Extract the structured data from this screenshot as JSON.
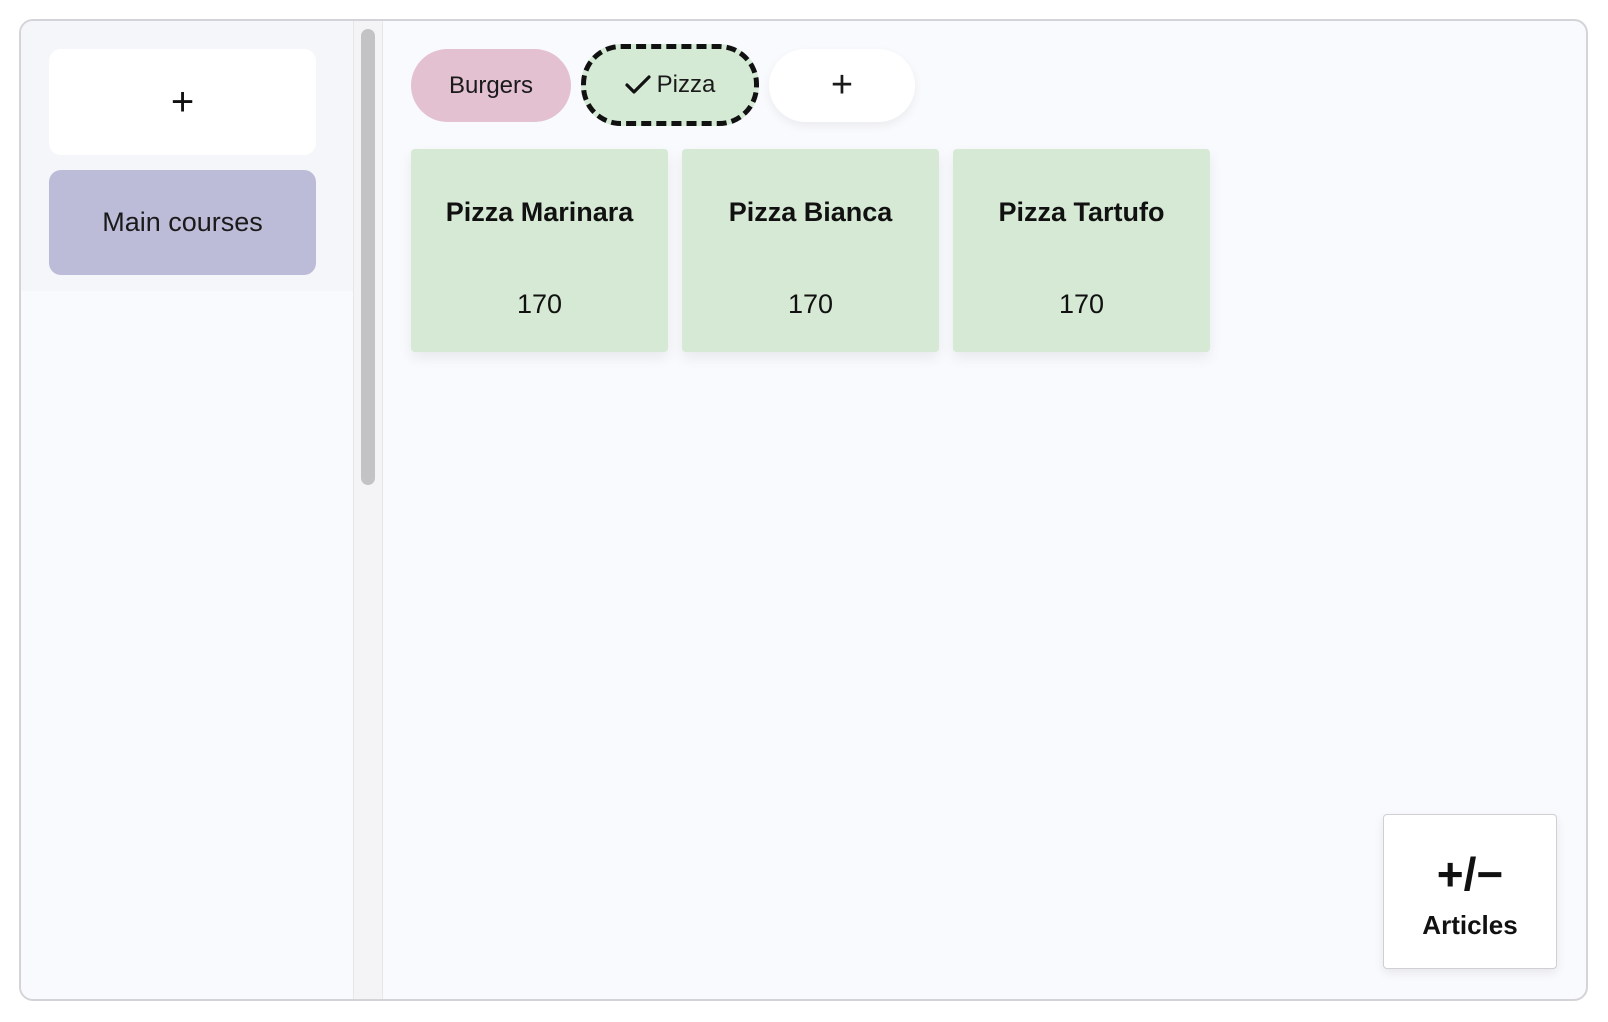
{
  "sidebar": {
    "add_label": "+",
    "categories": [
      {
        "label": "Main courses",
        "color": "#bcbcd9"
      }
    ]
  },
  "tabs": [
    {
      "label": "Burgers",
      "color": "#e3c1d1",
      "selected": false
    },
    {
      "label": "Pizza",
      "color": "#d5ead5",
      "selected": true,
      "icon": "check-icon"
    },
    {
      "label": "+",
      "color": "#ffffff"
    }
  ],
  "items": [
    {
      "name": "Pizza Marinara",
      "price": "170"
    },
    {
      "name": "Pizza Bianca",
      "price": "170"
    },
    {
      "name": "Pizza Tartufo",
      "price": "170"
    }
  ],
  "articles_button": {
    "icon_text": "+/−",
    "label": "Articles"
  },
  "colors": {
    "item_card": "#d5e9d4",
    "background": "#f9fafd"
  }
}
